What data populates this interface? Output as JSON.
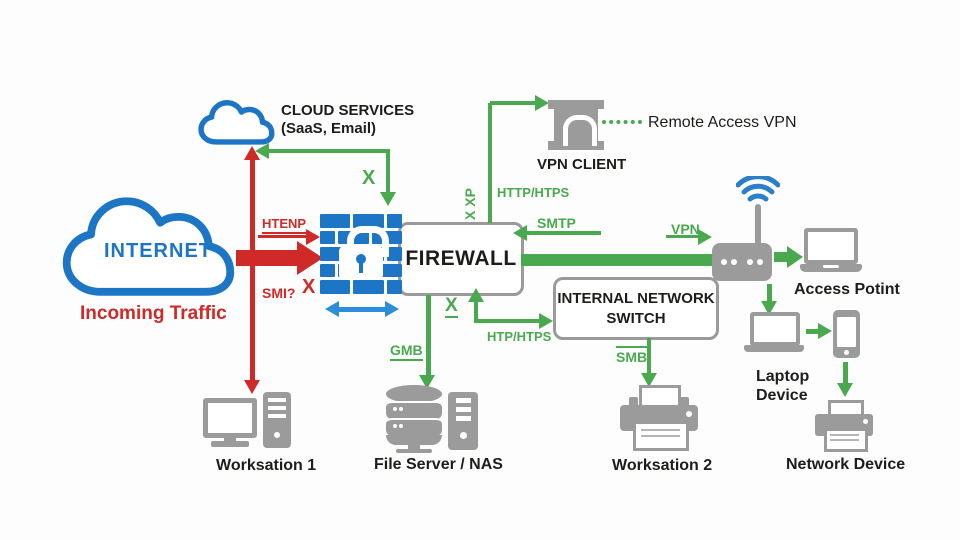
{
  "palette": {
    "blue": "#1c76c5",
    "red": "#cf2a27",
    "green": "#4aa94e",
    "gray": "#9b9b9b",
    "text": "#1d1d1b"
  },
  "nodes": {
    "internet": {
      "label": "INTERNET",
      "sublabel": "Incoming Traffic"
    },
    "cloud_services": {
      "title": "CLOUD SERVICES",
      "subtitle": "(SaaS, Email)"
    },
    "firewall": {
      "label": "FIREWALL"
    },
    "vpn_client": {
      "label": "VPN CLIENT",
      "annotation": "Remote Access VPN"
    },
    "access_point": {
      "label": "Access Potint"
    },
    "internal_switch": {
      "line1": "INTERNAL NETWORK",
      "line2": "SWITCH"
    },
    "workstation1": {
      "label": "Worksation 1"
    },
    "file_server": {
      "label": "File Server / NAS"
    },
    "workstation2": {
      "label": "Worksation 2"
    },
    "laptop_device": {
      "line1": "Laptop",
      "line2": "Device"
    },
    "network_device": {
      "label": "Network Device"
    }
  },
  "edge_labels": {
    "http_blocked": "HTENP",
    "smtp_blocked": "SMI?",
    "blocked_x_red": "X",
    "cloud_block_x": "X",
    "vpn_line_vertical": "X XP",
    "http_https_upper": "HTTP/HTPS",
    "smtp_allowed": "SMTP",
    "vpn": "VPN",
    "switch_block_x": "X",
    "http_https_lower": "HTP/HTPS",
    "gmb": "GMB",
    "smb": "SMB"
  },
  "icons": {
    "internet_cloud": "cloud-icon",
    "services_cloud": "cloud-icon",
    "firewall_wall": "brick-wall-lock-icon",
    "vpn_client": "arch-gateway-icon",
    "wifi": "wifi-icon",
    "router": "router-icon",
    "laptop": "laptop-icon",
    "phone": "smartphone-icon",
    "printer": "printer-icon",
    "monitor_tower": "desktop-computer-icon",
    "database": "database-server-icon"
  }
}
